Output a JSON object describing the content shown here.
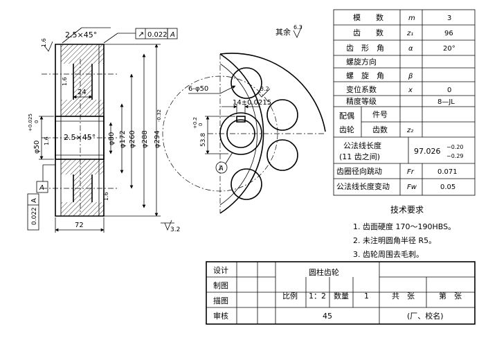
{
  "front_view": {
    "chamfer_top": "2.5×45°",
    "chamfer_bore": "2.5×45°",
    "runout_top": {
      "symbol": "↗",
      "value": "0.022",
      "datum": "A"
    },
    "runout_left": {
      "symbol": "↗",
      "value": "0.022",
      "datum": "A"
    },
    "datum_left": "A",
    "roughness_rim_top": "1.6",
    "roughness_rim_mid": "1.6",
    "roughness_bore": "1.6",
    "roughness_rim_bottom": "1.6",
    "roughness_face": "3.2",
    "dim_hub_width": "24",
    "dim_face_width": "72",
    "dim_bore_main": "φ50",
    "dim_bore_tol_upper": "+0.025",
    "dim_bore_tol_lower": "0",
    "dim_hub_dia": "φ80",
    "dim_web_dia": "φ172",
    "dim_holes_circle": "φ260",
    "dim_root_dia": "φ288",
    "dim_tip_main": "φ294",
    "dim_tip_tol": "-0.32"
  },
  "side_view": {
    "roughness_rest_label": "其余",
    "roughness_rest_value": "6.3",
    "holes_label": "6-φ50",
    "roughness_hole": "3.2",
    "keyway_width": "14±0.0215",
    "keyway_depth_main": "53.8",
    "keyway_depth_tol_upper": "+0.2",
    "keyway_depth_tol_lower": "0",
    "datum": "A"
  },
  "param_table": {
    "rows": [
      {
        "name": "模　　数",
        "symbol": "m",
        "value": "3"
      },
      {
        "name": "齿　　数",
        "symbol": "z₁",
        "value": "96"
      },
      {
        "name": "齿　形　角",
        "symbol": "α",
        "value": "20°"
      },
      {
        "name": "螺旋方向",
        "symbol": "",
        "value": ""
      },
      {
        "name": "螺　旋　角",
        "symbol": "β",
        "value": ""
      },
      {
        "name": "变位系数",
        "symbol": "x",
        "value": "0"
      },
      {
        "name": "精度等级",
        "symbol": "",
        "value": "8—JL"
      }
    ],
    "mating_group": "配偶",
    "mating_group_2": "齿轮",
    "mating_rows": [
      {
        "name": "件号",
        "symbol": "",
        "value": ""
      },
      {
        "name": "齿数",
        "symbol": "z₂",
        "value": ""
      }
    ],
    "common_normal_label_1": "公法线长度",
    "common_normal_label_2": "(11 齿之间)",
    "common_normal_main": "97.026",
    "common_normal_tol_upper": "−0.20",
    "common_normal_tol_lower": "−0.29",
    "bottom_rows": [
      {
        "name": "齿圈径向跳动",
        "symbol": "Fr",
        "value": "0.071"
      },
      {
        "name": "公法线长度变动",
        "symbol": "Fw",
        "value": "0.05"
      }
    ]
  },
  "tech_requirements": {
    "title": "技术要求",
    "items": [
      "1. 齿面硬度 170～190HBS。",
      "2. 未注明圆角半径 R5。",
      "3. 齿轮周围去毛刺。"
    ]
  },
  "title_block": {
    "design": "设计",
    "draft": "制图",
    "trace": "描图",
    "review": "审核",
    "part_name": "圆柱齿轮",
    "scale_label": "比例",
    "scale_value": "1：2",
    "qty_label": "数量",
    "qty_value": "1",
    "total_sheets": "共　张",
    "sheet_no": "第　张",
    "material": "45",
    "company": "(厂、校名)"
  }
}
